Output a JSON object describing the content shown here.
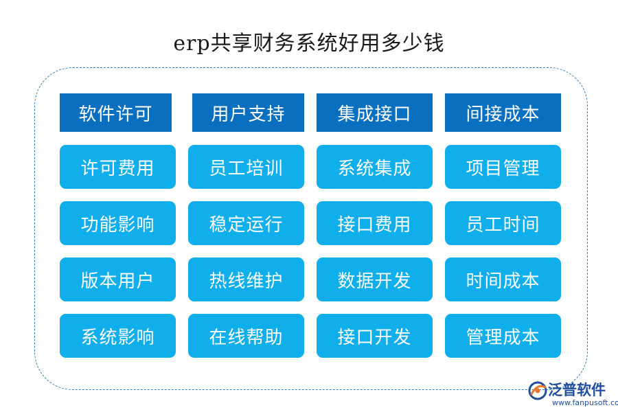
{
  "title": "erp共享财务系统好用多少钱",
  "headers": [
    "软件许可",
    "用户支持",
    "集成接口",
    "间接成本"
  ],
  "columns": [
    [
      "许可费用",
      "功能影响",
      "版本用户",
      "系统影响"
    ],
    [
      "员工培训",
      "稳定运行",
      "热线维护",
      "在线帮助"
    ],
    [
      "系统集成",
      "接口费用",
      "数据开发",
      "接口开发"
    ],
    [
      "项目管理",
      "员工时间",
      "时间成本",
      "管理成本"
    ]
  ],
  "logo": {
    "name": "泛普软件",
    "url": "www.fanpusoft.com"
  },
  "colors": {
    "header": "#0b6fbf",
    "cell": "#10aeea",
    "frame": "#2a7fc4"
  }
}
